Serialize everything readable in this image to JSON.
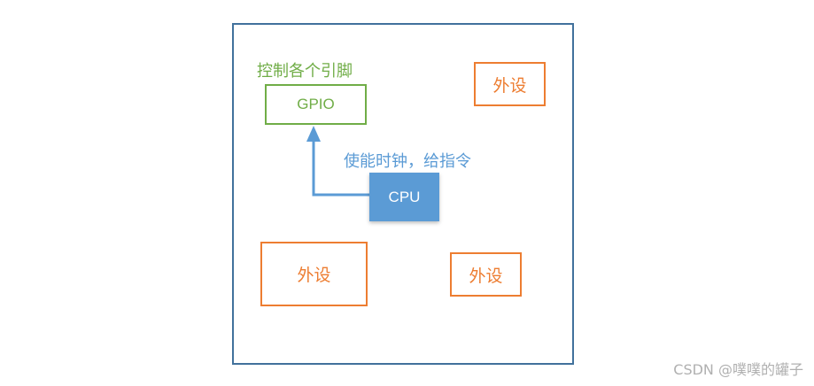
{
  "diagram": {
    "gpio_caption": "控制各个引脚",
    "gpio_box": "GPIO",
    "command_caption": "使能时钟，给指令",
    "cpu_box": "CPU",
    "peripherals": [
      "外设",
      "外设",
      "外设"
    ]
  },
  "colors": {
    "frame": "#41719c",
    "gpio": "#70ad47",
    "cpu": "#5b9bd5",
    "peripheral": "#ed7d31"
  },
  "watermark": "CSDN @噗噗的罐子"
}
